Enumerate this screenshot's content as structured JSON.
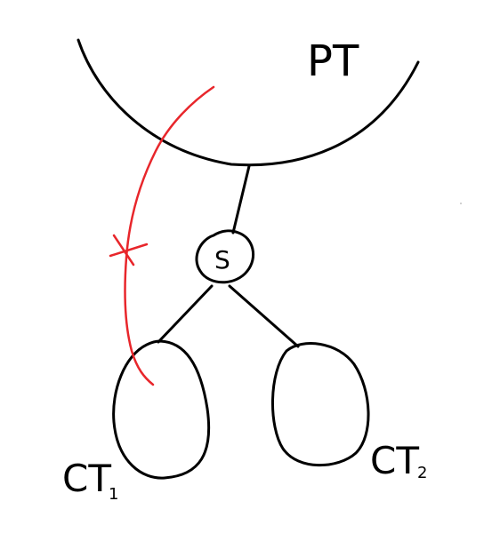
{
  "diagram": {
    "labels": {
      "parent_tree": "PT",
      "separator": "S",
      "child_tree_1": "CT",
      "child_tree_1_sub": "1",
      "child_tree_2": "CT",
      "child_tree_2_sub": "2"
    },
    "colors": {
      "ink": "#000000",
      "cut_path": "#e8262b",
      "background": "#ffffff"
    }
  }
}
